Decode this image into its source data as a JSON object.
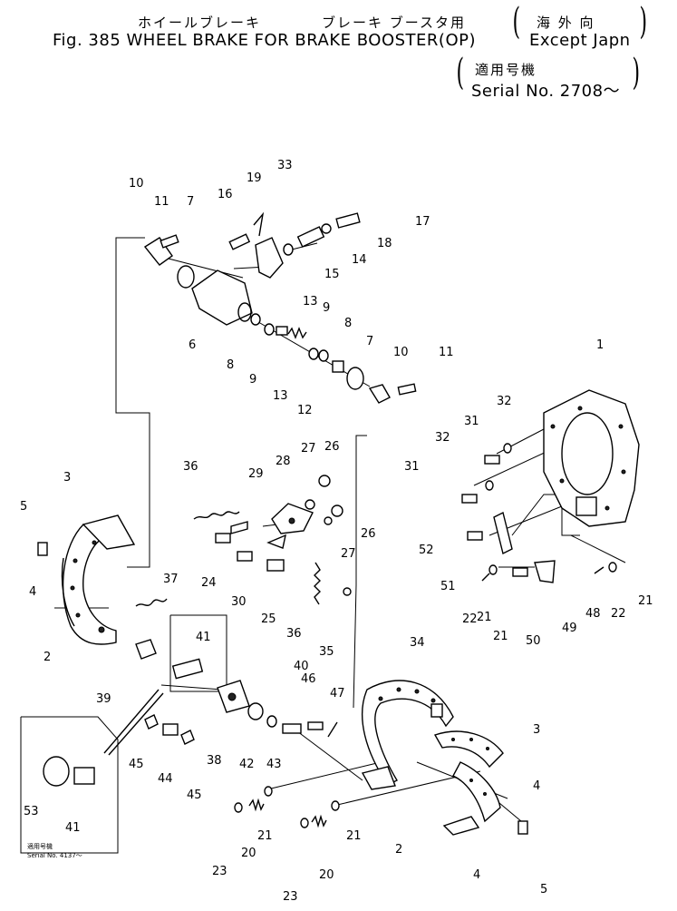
{
  "header": {
    "jp_title": "ホイールブレーキ",
    "jp_subtitle": "ブレーキ ブースタ用",
    "jp_region": "海 外 向",
    "fig_title": "Fig. 385 WHEEL BRAKE FOR BRAKE BOOSTER(OP)",
    "region": "Except Japn",
    "jp_serial_label": "適用号機",
    "serial": "Serial No. 2708～"
  },
  "inset": {
    "jp_label": "適用号機",
    "serial": "Serial No. 4137～"
  },
  "callouts": [
    "1",
    "2",
    "2",
    "3",
    "3",
    "4",
    "4",
    "4",
    "5",
    "5",
    "6",
    "7",
    "7",
    "8",
    "8",
    "9",
    "9",
    "10",
    "10",
    "11",
    "11",
    "12",
    "13",
    "13",
    "14",
    "15",
    "16",
    "17",
    "18",
    "19",
    "20",
    "20",
    "21",
    "21",
    "21",
    "21",
    "21",
    "22",
    "22",
    "23",
    "23",
    "24",
    "25",
    "26",
    "26",
    "27",
    "27",
    "28",
    "29",
    "30",
    "31",
    "31",
    "32",
    "32",
    "33",
    "34",
    "35",
    "36",
    "36",
    "37",
    "38",
    "39",
    "40",
    "41",
    "41",
    "42",
    "43",
    "44",
    "45",
    "45",
    "46",
    "47",
    "48",
    "49",
    "50",
    "51",
    "52",
    "53"
  ]
}
